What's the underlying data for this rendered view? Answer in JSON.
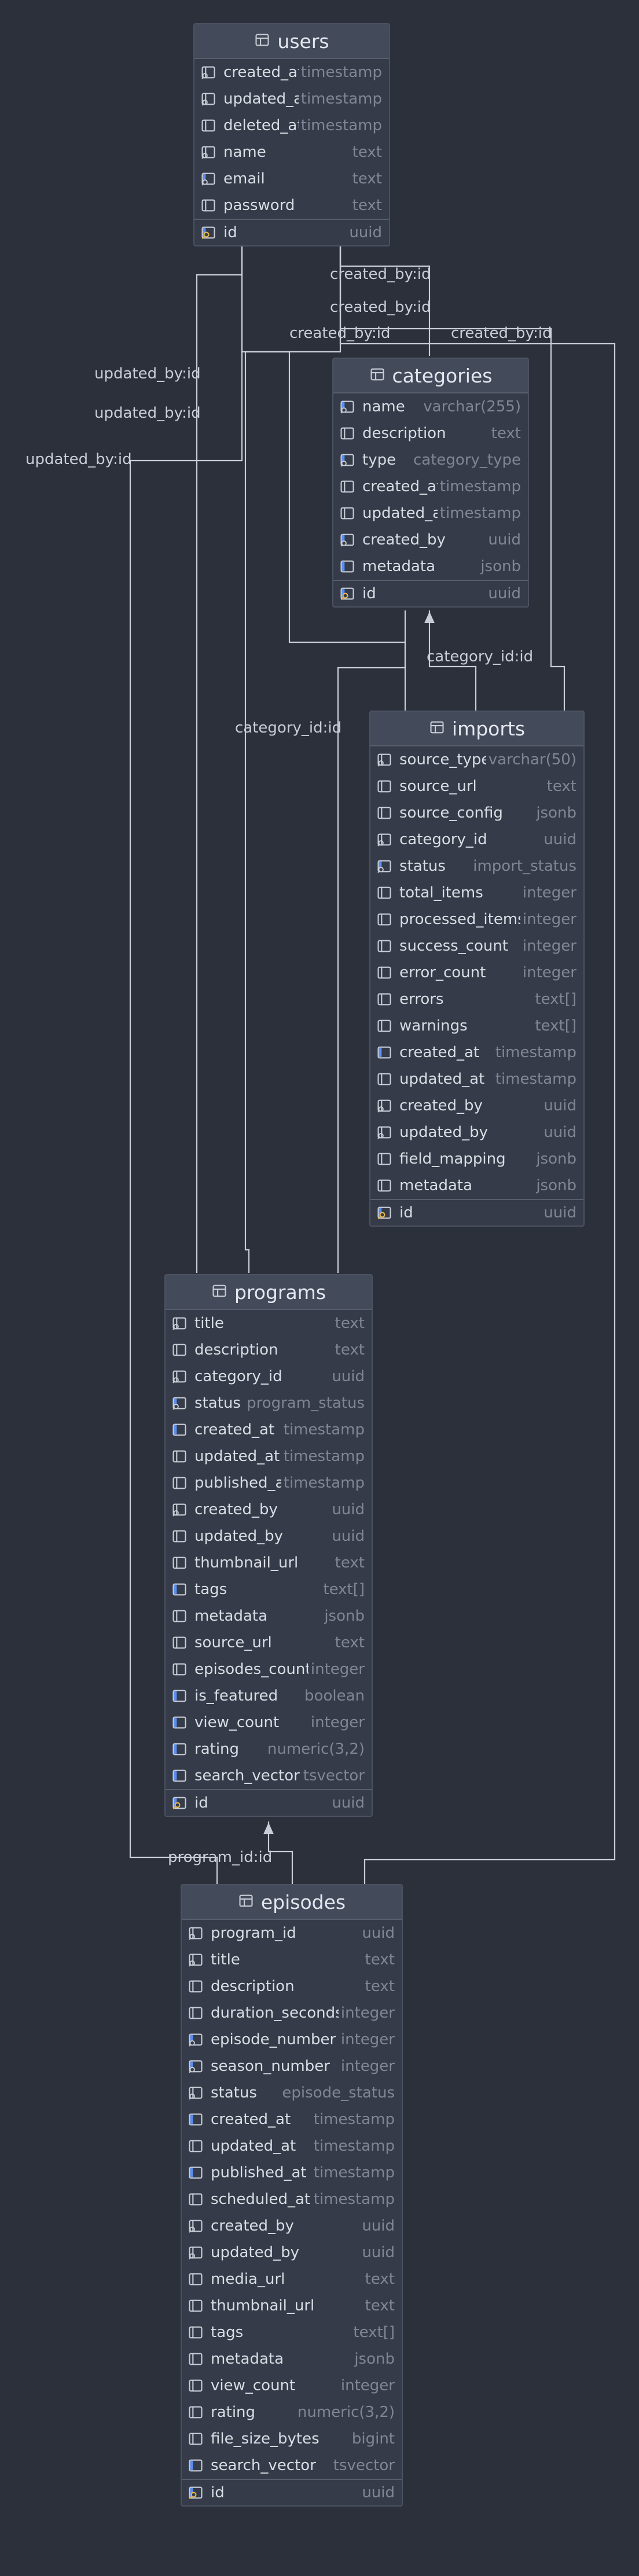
{
  "tables": [
    {
      "id": "users",
      "title": "users",
      "columns": [
        {
          "name": "created_at",
          "type": "timestamp",
          "icon": "fk-column-icon"
        },
        {
          "name": "updated_at",
          "type": "timestamp",
          "icon": "fk-column-icon"
        },
        {
          "name": "deleted_at",
          "type": "timestamp",
          "icon": "column-icon"
        },
        {
          "name": "name",
          "type": "text",
          "icon": "fk-column-icon"
        },
        {
          "name": "email",
          "type": "text",
          "icon": "unique-column-icon"
        },
        {
          "name": "password",
          "type": "text",
          "icon": "column-icon"
        }
      ],
      "pk": {
        "name": "id",
        "type": "uuid",
        "icon": "primary-key-icon"
      }
    },
    {
      "id": "categories",
      "title": "categories",
      "columns": [
        {
          "name": "name",
          "type": "varchar(255)",
          "icon": "unique-column-icon"
        },
        {
          "name": "description",
          "type": "text",
          "icon": "column-icon"
        },
        {
          "name": "type",
          "type": "category_type",
          "icon": "unique-column-icon"
        },
        {
          "name": "created_at",
          "type": "timestamp",
          "icon": "column-icon"
        },
        {
          "name": "updated_at",
          "type": "timestamp",
          "icon": "column-icon"
        },
        {
          "name": "created_by",
          "type": "uuid",
          "icon": "unique-column-icon"
        },
        {
          "name": "metadata",
          "type": "jsonb",
          "icon": "index-column-icon"
        }
      ],
      "pk": {
        "name": "id",
        "type": "uuid",
        "icon": "primary-key-icon"
      }
    },
    {
      "id": "imports",
      "title": "imports",
      "columns": [
        {
          "name": "source_type",
          "type": "varchar(50)",
          "icon": "fk-column-icon"
        },
        {
          "name": "source_url",
          "type": "text",
          "icon": "column-icon"
        },
        {
          "name": "source_config",
          "type": "jsonb",
          "icon": "column-icon"
        },
        {
          "name": "category_id",
          "type": "uuid",
          "icon": "fk-column-icon"
        },
        {
          "name": "status",
          "type": "import_status",
          "icon": "unique-column-icon"
        },
        {
          "name": "total_items",
          "type": "integer",
          "icon": "column-icon"
        },
        {
          "name": "processed_items",
          "type": "integer",
          "icon": "column-icon"
        },
        {
          "name": "success_count",
          "type": "integer",
          "icon": "column-icon"
        },
        {
          "name": "error_count",
          "type": "integer",
          "icon": "column-icon"
        },
        {
          "name": "errors",
          "type": "text[]",
          "icon": "column-icon"
        },
        {
          "name": "warnings",
          "type": "text[]",
          "icon": "column-icon"
        },
        {
          "name": "created_at",
          "type": "timestamp",
          "icon": "index-column-icon"
        },
        {
          "name": "updated_at",
          "type": "timestamp",
          "icon": "column-icon"
        },
        {
          "name": "created_by",
          "type": "uuid",
          "icon": "fk-column-icon"
        },
        {
          "name": "updated_by",
          "type": "uuid",
          "icon": "fk-column-icon"
        },
        {
          "name": "field_mapping",
          "type": "jsonb",
          "icon": "column-icon"
        },
        {
          "name": "metadata",
          "type": "jsonb",
          "icon": "column-icon"
        }
      ],
      "pk": {
        "name": "id",
        "type": "uuid",
        "icon": "primary-key-icon"
      }
    },
    {
      "id": "programs",
      "title": "programs",
      "columns": [
        {
          "name": "title",
          "type": "text",
          "icon": "fk-column-icon"
        },
        {
          "name": "description",
          "type": "text",
          "icon": "column-icon"
        },
        {
          "name": "category_id",
          "type": "uuid",
          "icon": "fk-column-icon"
        },
        {
          "name": "status",
          "type": "program_status",
          "icon": "unique-column-icon"
        },
        {
          "name": "created_at",
          "type": "timestamp",
          "icon": "index-column-icon"
        },
        {
          "name": "updated_at",
          "type": "timestamp",
          "icon": "column-icon"
        },
        {
          "name": "published_at",
          "type": "timestamp",
          "icon": "column-icon"
        },
        {
          "name": "created_by",
          "type": "uuid",
          "icon": "fk-column-icon"
        },
        {
          "name": "updated_by",
          "type": "uuid",
          "icon": "column-icon"
        },
        {
          "name": "thumbnail_url",
          "type": "text",
          "icon": "column-icon"
        },
        {
          "name": "tags",
          "type": "text[]",
          "icon": "index-column-icon"
        },
        {
          "name": "metadata",
          "type": "jsonb",
          "icon": "column-icon"
        },
        {
          "name": "source_url",
          "type": "text",
          "icon": "column-icon"
        },
        {
          "name": "episodes_count",
          "type": "integer",
          "icon": "column-icon"
        },
        {
          "name": "is_featured",
          "type": "boolean",
          "icon": "index-column-icon"
        },
        {
          "name": "view_count",
          "type": "integer",
          "icon": "index-column-icon"
        },
        {
          "name": "rating",
          "type": "numeric(3,2)",
          "icon": "index-column-icon"
        },
        {
          "name": "search_vector",
          "type": "tsvector",
          "icon": "index-column-icon"
        }
      ],
      "pk": {
        "name": "id",
        "type": "uuid",
        "icon": "primary-key-icon"
      }
    },
    {
      "id": "episodes",
      "title": "episodes",
      "columns": [
        {
          "name": "program_id",
          "type": "uuid",
          "icon": "fk-column-icon"
        },
        {
          "name": "title",
          "type": "text",
          "icon": "fk-column-icon"
        },
        {
          "name": "description",
          "type": "text",
          "icon": "column-icon"
        },
        {
          "name": "duration_seconds",
          "type": "integer",
          "icon": "column-icon"
        },
        {
          "name": "episode_number",
          "type": "integer",
          "icon": "unique-column-icon"
        },
        {
          "name": "season_number",
          "type": "integer",
          "icon": "unique-column-icon"
        },
        {
          "name": "status",
          "type": "episode_status",
          "icon": "fk-column-icon"
        },
        {
          "name": "created_at",
          "type": "timestamp",
          "icon": "index-column-icon"
        },
        {
          "name": "updated_at",
          "type": "timestamp",
          "icon": "column-icon"
        },
        {
          "name": "published_at",
          "type": "timestamp",
          "icon": "index-column-icon"
        },
        {
          "name": "scheduled_at",
          "type": "timestamp",
          "icon": "column-icon"
        },
        {
          "name": "created_by",
          "type": "uuid",
          "icon": "fk-column-icon"
        },
        {
          "name": "updated_by",
          "type": "uuid",
          "icon": "fk-column-icon"
        },
        {
          "name": "media_url",
          "type": "text",
          "icon": "column-icon"
        },
        {
          "name": "thumbnail_url",
          "type": "text",
          "icon": "column-icon"
        },
        {
          "name": "tags",
          "type": "text[]",
          "icon": "column-icon"
        },
        {
          "name": "metadata",
          "type": "jsonb",
          "icon": "column-icon"
        },
        {
          "name": "view_count",
          "type": "integer",
          "icon": "column-icon"
        },
        {
          "name": "rating",
          "type": "numeric(3,2)",
          "icon": "column-icon"
        },
        {
          "name": "file_size_bytes",
          "type": "bigint",
          "icon": "column-icon"
        },
        {
          "name": "search_vector",
          "type": "tsvector",
          "icon": "index-column-icon"
        }
      ],
      "pk": {
        "name": "id",
        "type": "uuid",
        "icon": "primary-key-icon"
      }
    }
  ],
  "relations": [
    {
      "id": "categories-created-by",
      "label": "created_by:id"
    },
    {
      "id": "imports-created-by",
      "label": "created_by:id"
    },
    {
      "id": "programs-created-by",
      "label": "created_by:id"
    },
    {
      "id": "episodes-created-by",
      "label": "created_by:id"
    },
    {
      "id": "programs-updated-by",
      "label": "updated_by:id"
    },
    {
      "id": "imports-updated-by",
      "label": "updated_by:id"
    },
    {
      "id": "episodes-updated-by",
      "label": "updated_by:id"
    },
    {
      "id": "imports-category",
      "label": "category_id:id"
    },
    {
      "id": "programs-category",
      "label": "category_id:id"
    },
    {
      "id": "episodes-program",
      "label": "program_id:id"
    }
  ]
}
